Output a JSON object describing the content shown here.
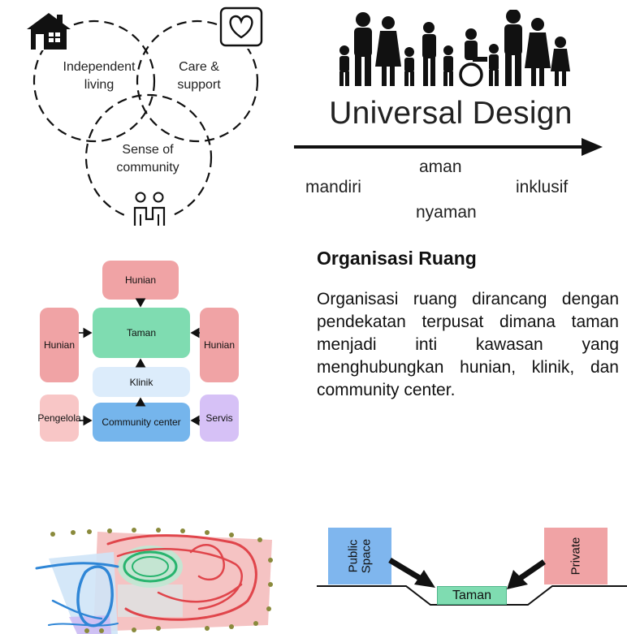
{
  "venn": {
    "independent": [
      "Independent",
      "living"
    ],
    "care": [
      "Care &",
      "support"
    ],
    "community": [
      "Sense of",
      "community"
    ],
    "icons": [
      "house-icon",
      "heart-frame-icon",
      "people-icon"
    ]
  },
  "universal": {
    "title": "Universal Design",
    "words": {
      "mandiri": "mandiri",
      "aman": "aman",
      "nyaman": "nyaman",
      "inklusif": "inklusif"
    },
    "colors": {
      "silhouette": "#111111",
      "arrow": "#111111"
    }
  },
  "organisasi": {
    "heading": "Organisasi Ruang",
    "paragraph": "Organisasi ruang dirancang dengan pendekatan terpusat dimana taman menjadi inti kawasan yang menghubungkan hunian, klinik, dan community center."
  },
  "diagram": {
    "hunian_top": "Hunian",
    "hunian_left": "Hunian",
    "hunian_right": "Hunian",
    "taman": "Taman",
    "klinik": "Klinik",
    "community_center": "Community center",
    "pengelola": "Pengelola",
    "servis": "Servis",
    "colors": {
      "hunian": "#f0a3a5",
      "taman": "#7fdcb1",
      "klinik": "#dcecfb",
      "community": "#75b5ec",
      "pengelola": "#f8c6c6",
      "servis": "#d6c1f6"
    }
  },
  "section": {
    "public": [
      "Public",
      "Space"
    ],
    "private": "Private",
    "taman": "Taman",
    "colors": {
      "public": "#7fb6ee",
      "private": "#f0a3a5",
      "taman": "#7fdcb1"
    }
  }
}
